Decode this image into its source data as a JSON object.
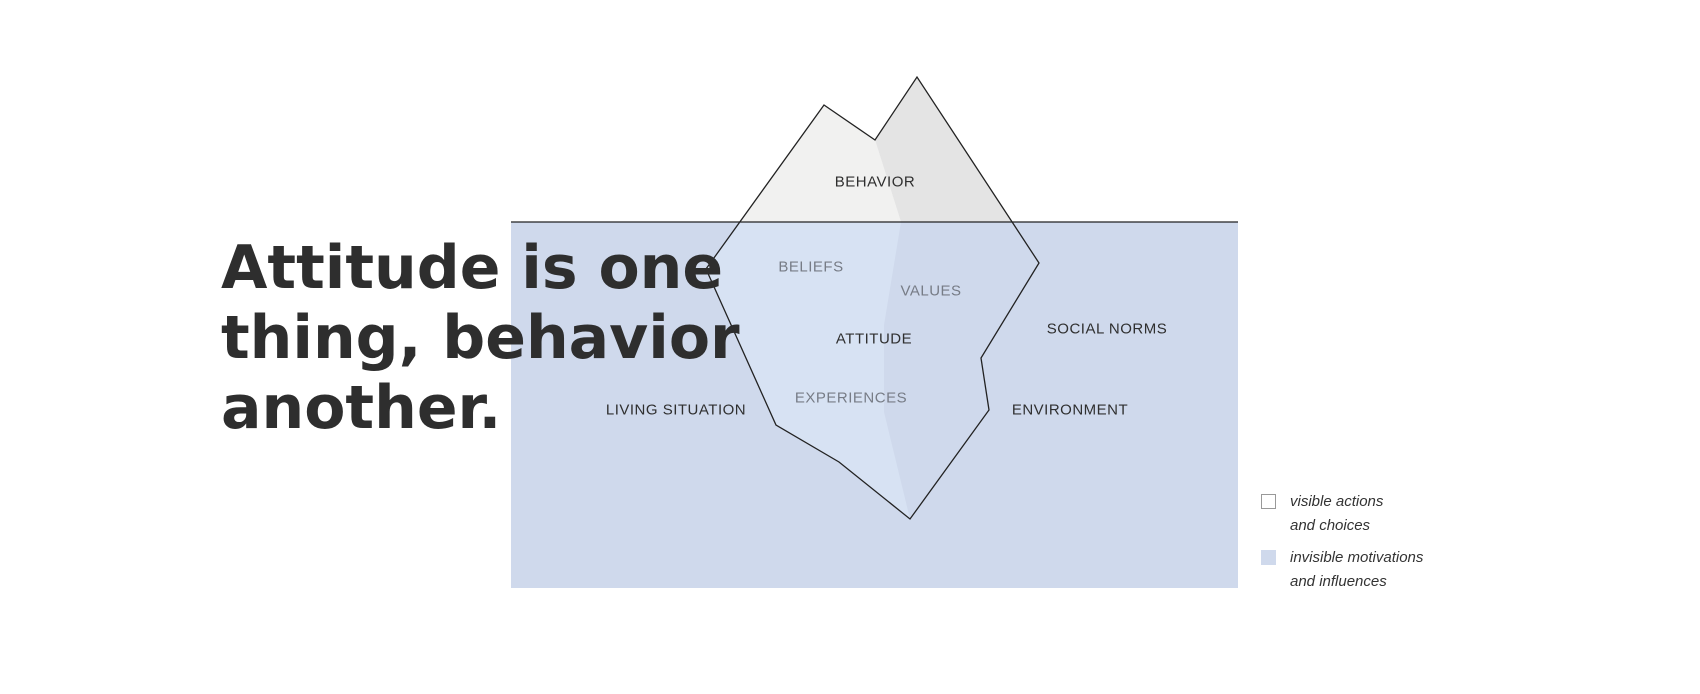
{
  "title": {
    "lines": [
      "Attitude is one",
      "thing, behavior",
      "another."
    ]
  },
  "iceberg": {
    "above_water": [
      "BEHAVIOR"
    ],
    "below_water": [
      "BELIEFS",
      "VALUES",
      "ATTITUDE",
      "EXPERIENCES"
    ]
  },
  "external_factors": [
    "LIVING SITUATION",
    "SOCIAL NORMS",
    "ENVIRONMENT"
  ],
  "legend": [
    {
      "lines": [
        "visible actions",
        "and choices"
      ],
      "swatch_color": "#ffffff"
    },
    {
      "lines": [
        "invisible motivations",
        "and influences"
      ],
      "swatch_color": "#cfd9ec"
    }
  ],
  "colors": {
    "water": "#cfd9ec",
    "ice_light": "#f1f1f0",
    "ice_shade": "#e4e4e4",
    "ice_under_light": "#d7e2f3",
    "text": "#2e2e2e"
  }
}
